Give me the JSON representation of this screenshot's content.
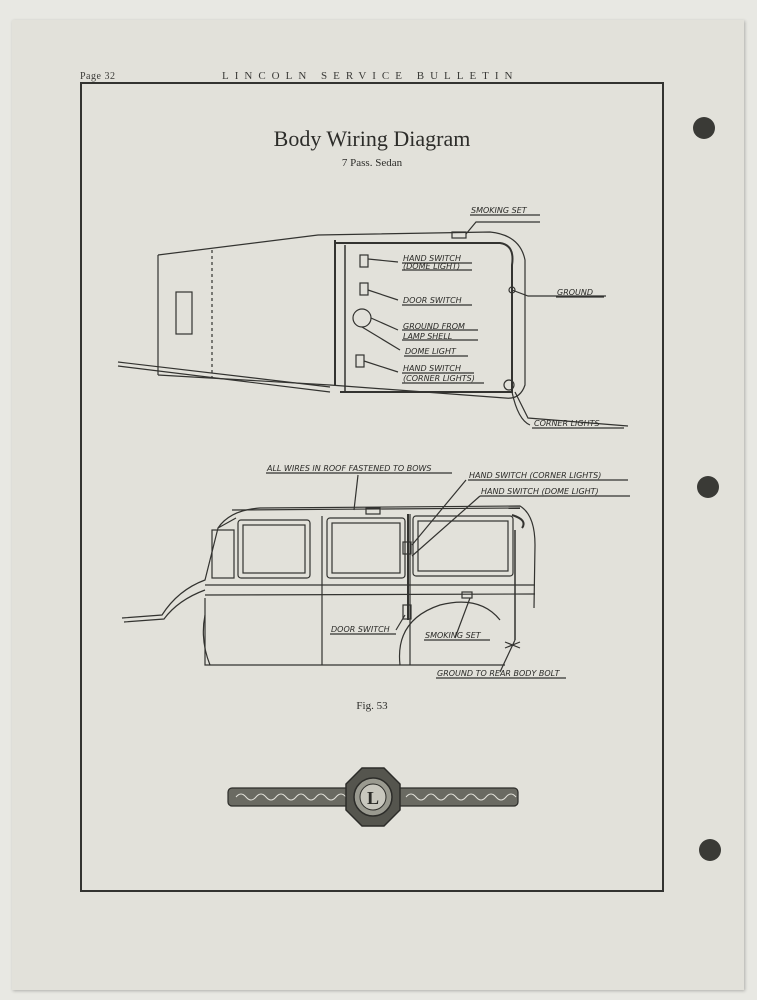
{
  "header": {
    "page_number": "Page 32",
    "bulletin_title": "LINCOLN SERVICE BULLETIN"
  },
  "document": {
    "title": "Body Wiring Diagram",
    "subtitle": "7 Pass. Sedan",
    "figure_caption": "Fig. 53"
  },
  "top_diagram": {
    "labels": {
      "smoking_set": "SMOKING SET",
      "hand_switch_dome_1": "HAND SWITCH",
      "hand_switch_dome_2": "(DOME LIGHT)",
      "door_switch": "DOOR SWITCH",
      "ground_from_1": "GROUND FROM",
      "ground_from_2": "LAMP SHELL",
      "dome_light": "DOME LIGHT",
      "hand_switch_corner_1": "HAND SWITCH",
      "hand_switch_corner_2": "(CORNER LIGHTS)",
      "ground": "GROUND",
      "corner_lights": "CORNER LIGHTS"
    }
  },
  "bottom_diagram": {
    "labels": {
      "all_wires": "ALL WIRES IN ROOF FASTENED TO BOWS",
      "hand_switch_corner": "HAND SWITCH (CORNER LIGHTS)",
      "hand_switch_dome": "HAND SWITCH (DOME LIGHT)",
      "door_switch": "DOOR SWITCH",
      "smoking_set": "SMOKING SET",
      "ground_rear": "GROUND TO REAR BODY BOLT"
    }
  },
  "emblem": {
    "letter": "L"
  }
}
